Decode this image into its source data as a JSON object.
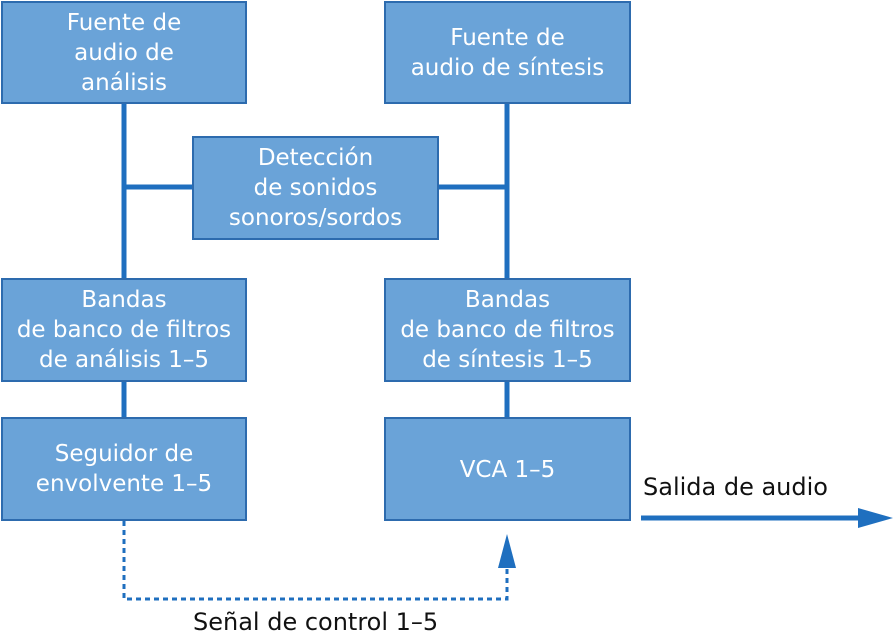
{
  "nodes": {
    "analysis_source": {
      "lines": [
        "Fuente de",
        "audio de",
        "análisis"
      ]
    },
    "synthesis_source": {
      "lines": [
        "Fuente de",
        "audio de síntesis"
      ]
    },
    "voiced_detection": {
      "lines": [
        "Detección",
        "de sonidos",
        "sonoros/sordos"
      ]
    },
    "analysis_bands": {
      "lines": [
        "Bandas",
        "de banco de filtros",
        "de análisis 1–5"
      ]
    },
    "synthesis_bands": {
      "lines": [
        "Bandas",
        "de banco de filtros",
        "de síntesis 1–5"
      ]
    },
    "envelope_follower": {
      "lines": [
        "Seguidor de",
        "envolvente 1–5"
      ]
    },
    "vca": {
      "lines": [
        "VCA 1–5"
      ]
    }
  },
  "labels": {
    "audio_output": "Salida de audio",
    "control_signal": "Señal de control 1–5"
  },
  "colors": {
    "box_fill": "#6aa3d8",
    "box_border": "#2d6bae",
    "connector": "#1f6fbf"
  }
}
